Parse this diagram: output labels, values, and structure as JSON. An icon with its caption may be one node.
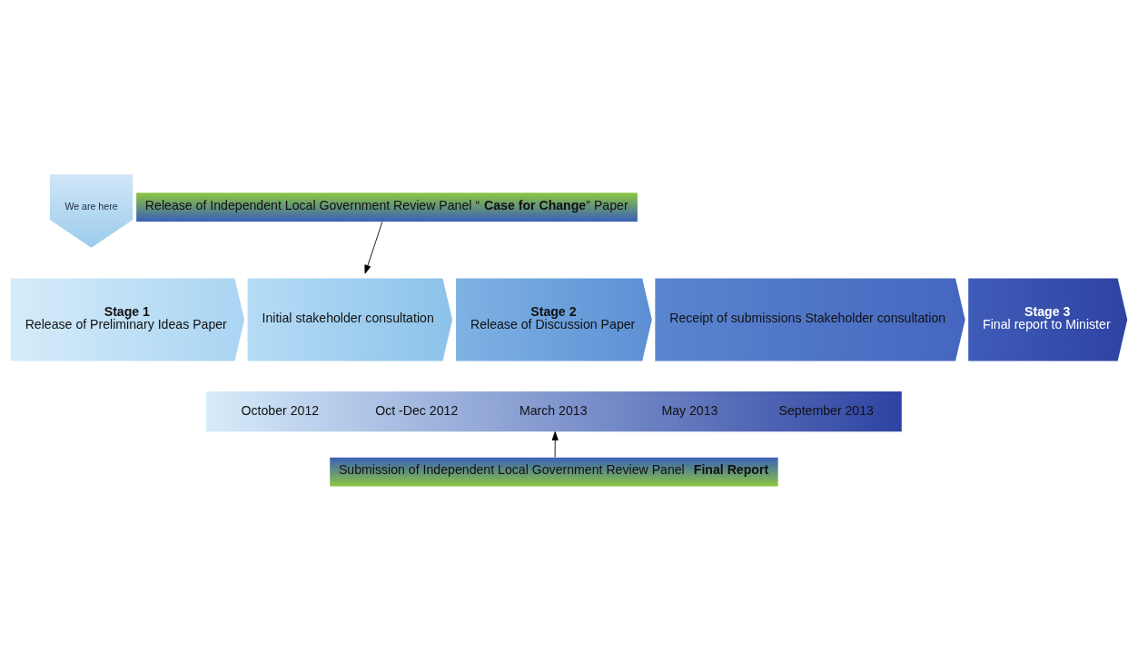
{
  "diagram": {
    "nodes": [
      {
        "text": [
          "We are here"
        ]
      },
      {
        "text": [
          "Release of Independent Local Government Review Panel “**Case for Change**” Paper"
        ]
      },
      {
        "text": [
          "Stage 1",
          "Release of Preliminary Ideas Paper"
        ]
      },
      {
        "text": [
          "Initial stakeholder consultation"
        ]
      },
      {
        "text": [
          "Stage 2",
          "Release of Discussion Paper"
        ]
      },
      {
        "text": [
          "Receipt of submissions Stakeholder consultation"
        ]
      },
      {
        "text": [
          "Stage 3",
          "Final report to Minister"
        ]
      },
      {
        "text": [
          "October 2012",
          "Oct -Dec 2012",
          "March 2013",
          "May 2013",
          "September 2013"
        ]
      },
      {
        "text": [
          "Submission of Independent Local Government Review Panel **Final Report**"
        ]
      }
    ],
    "edges": [
      {
        "from": 1,
        "to": 3,
        "arrow": "to"
      },
      {
        "from": 8,
        "to": 7,
        "arrow": "to"
      }
    ]
  }
}
